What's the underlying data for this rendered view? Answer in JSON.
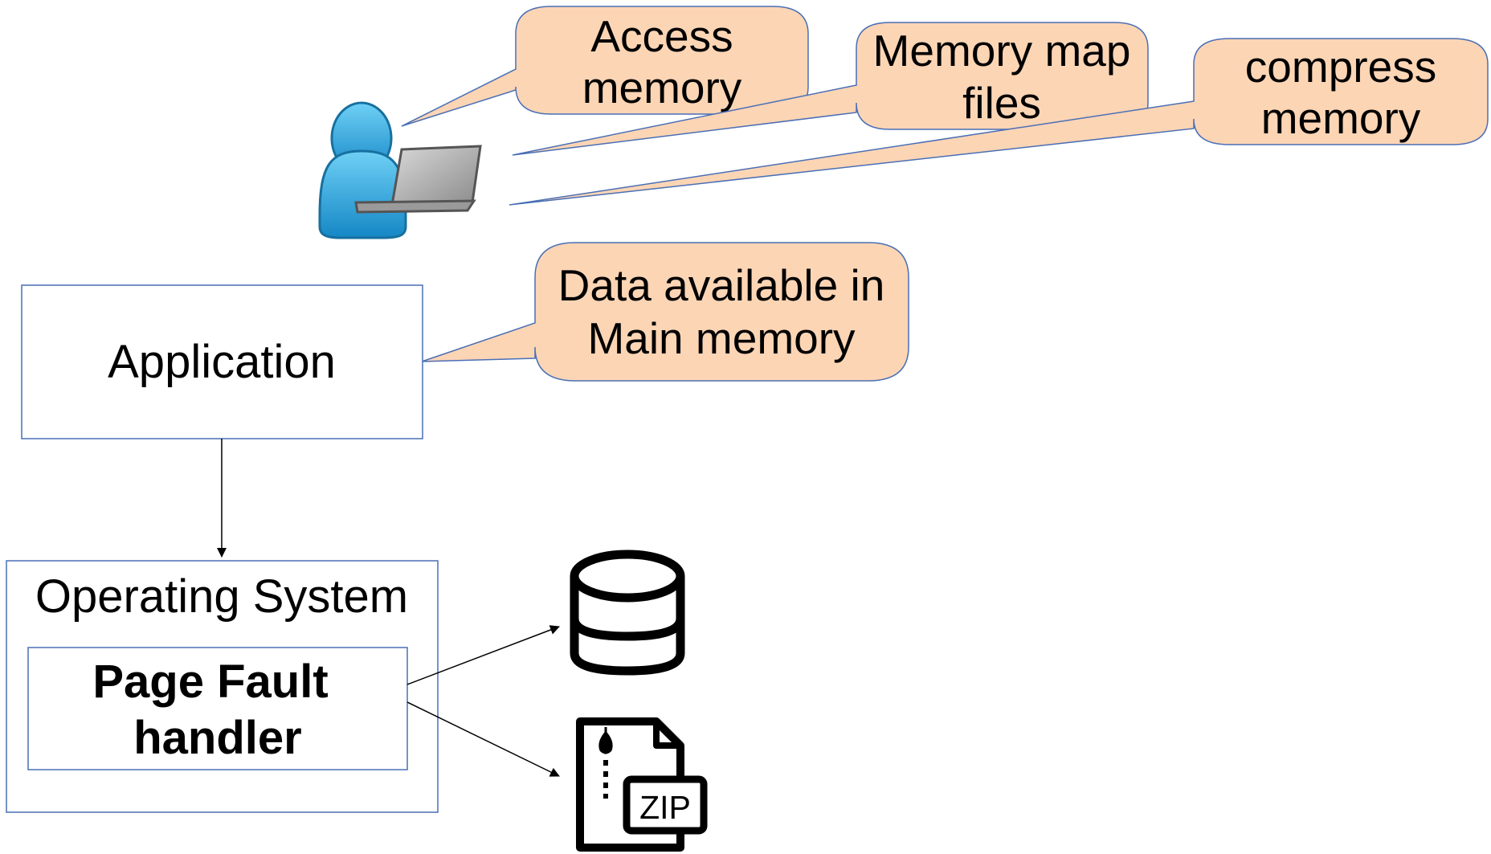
{
  "callouts": {
    "access_memory": {
      "line1": "Access",
      "line2": "memory"
    },
    "memory_map_files": {
      "line1": "Memory map",
      "line2": "files"
    },
    "compress_memory": {
      "line1": "compress",
      "line2": "memory"
    },
    "data_available": {
      "line1": "Data available in",
      "line2": "Main memory"
    }
  },
  "boxes": {
    "application": "Application",
    "operating_system": "Operating System",
    "page_fault_line1": "Page Fault",
    "page_fault_line2": "handler"
  },
  "zip_label": "ZIP",
  "icons": {
    "user": "user-with-laptop-icon",
    "database": "database-icon",
    "zip_file": "zip-file-icon"
  },
  "colors": {
    "callout_fill": "#fcd5b5",
    "box_border": "#4a6fb5",
    "user_blue": "#2fa6dc",
    "laptop_gray": "#8e8e8e"
  }
}
